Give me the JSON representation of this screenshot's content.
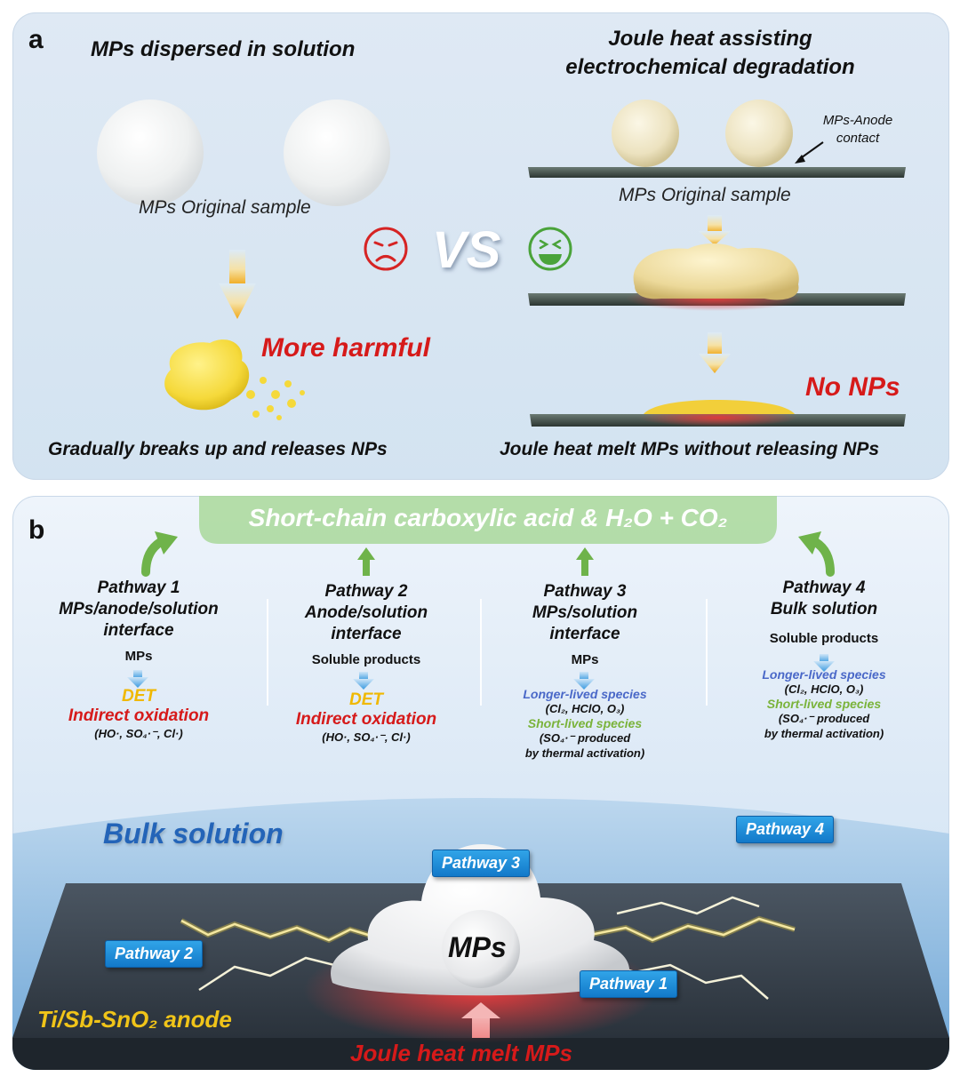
{
  "panel_a": {
    "letter": "a",
    "left_title": "MPs dispersed in solution",
    "right_title_1": "Joule heat assisting",
    "right_title_2": "electrochemical degradation",
    "left_original_caption": "MPs Original sample",
    "right_original_caption": "MPs Original sample",
    "contact_label_1": "MPs-Anode",
    "contact_label_2": "contact",
    "vs": "VS",
    "more_harmful": "More harmful",
    "no_nps": "No NPs",
    "left_bottom": "Gradually breaks up and releases NPs",
    "right_bottom": "Joule heat melt MPs without releasing NPs"
  },
  "panel_b": {
    "letter": "b",
    "banner": "Short-chain carboxylic acid & H₂O + CO₂",
    "pathways": [
      {
        "title_1": "Pathway 1",
        "title_2": "MPs/anode/solution",
        "title_3": "interface",
        "input": "MPs",
        "det": "DET",
        "indirect": "Indirect oxidation",
        "species": "(HO·, SO₄·⁻, Cl·)"
      },
      {
        "title_1": "Pathway 2",
        "title_2": "Anode/solution",
        "title_3": "interface",
        "input": "Soluble products",
        "det": "DET",
        "indirect": "Indirect oxidation",
        "species": "(HO·, SO₄·⁻, Cl·)"
      },
      {
        "title_1": "Pathway 3",
        "title_2": "MPs/solution",
        "title_3": "interface",
        "input": "MPs",
        "longer": "Longer-lived species",
        "longer_species": "(Cl₂, HClO, O₃)",
        "shorter": "Short-lived species",
        "shorter_species_1": "(SO₄·⁻ produced",
        "shorter_species_2": "by thermal activation)"
      },
      {
        "title_1": "Pathway 4",
        "title_2": "Bulk solution",
        "input": "Soluble products",
        "longer": "Longer-lived species",
        "longer_species": "(Cl₂, HClO, O₃)",
        "shorter": "Short-lived species",
        "shorter_species_1": "(SO₄·⁻ produced",
        "shorter_species_2": "by thermal activation)"
      }
    ],
    "bulk_solution": "Bulk solution",
    "anode": "Ti/Sb-SnO₂ anode",
    "mps": "MPs",
    "joule": "Joule heat melt MPs",
    "tags": [
      "Pathway 1",
      "Pathway 2",
      "Pathway 3",
      "Pathway 4"
    ]
  },
  "colors": {
    "red": "#d61a1a",
    "det_yellow": "#f0b800",
    "longer_blue": "#4a68c8",
    "shorter_green": "#7ab33a",
    "banner_green": "#a9d89a",
    "tag_blue": "#1f8edb"
  }
}
